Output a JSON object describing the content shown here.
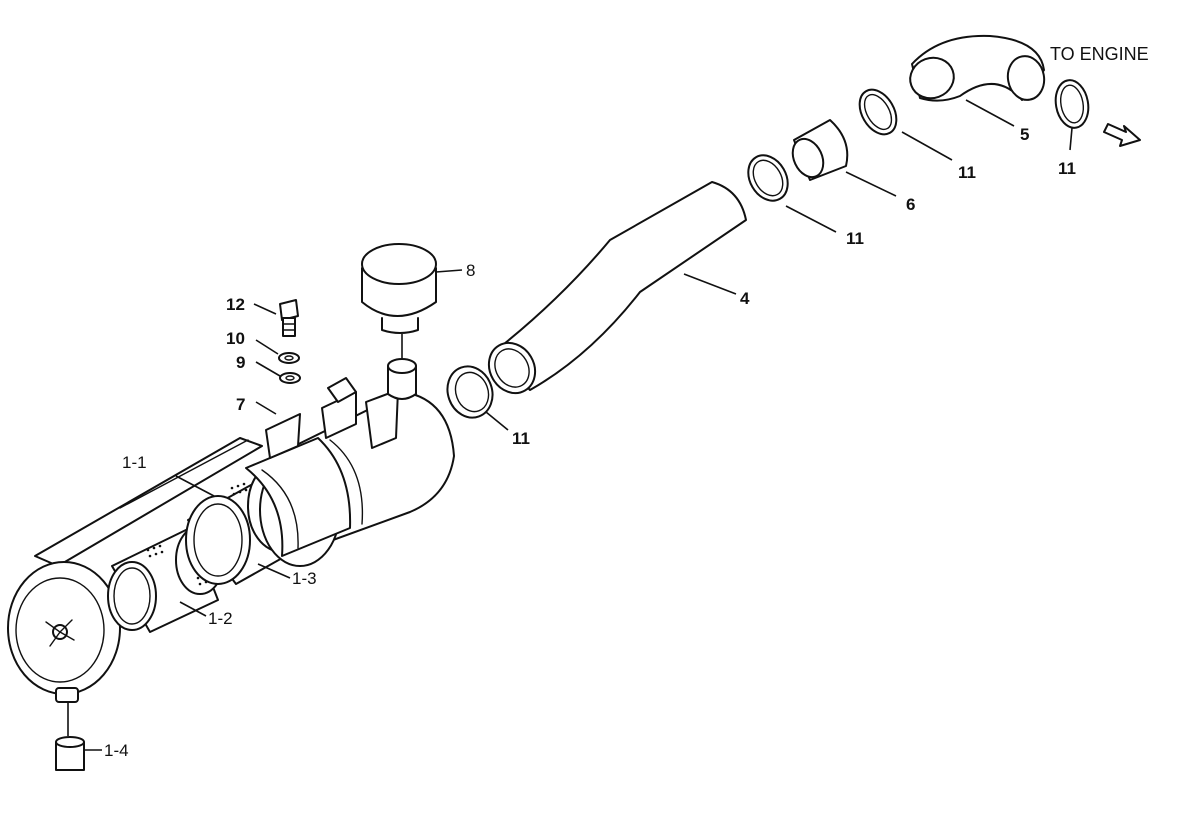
{
  "annotation": {
    "to_engine": "TO ENGINE"
  },
  "callouts": {
    "c1_1": "1-1",
    "c1_2": "1-2",
    "c1_3": "1-3",
    "c1_4": "1-4",
    "c4": "4",
    "c5": "5",
    "c6": "6",
    "c7": "7",
    "c8": "8",
    "c9": "9",
    "c10": "10",
    "c11_a": "11",
    "c11_b": "11",
    "c11_c": "11",
    "c11_d": "11",
    "c12": "12"
  },
  "icons": {
    "flow_arrow": "arrow-right-outline-icon"
  }
}
